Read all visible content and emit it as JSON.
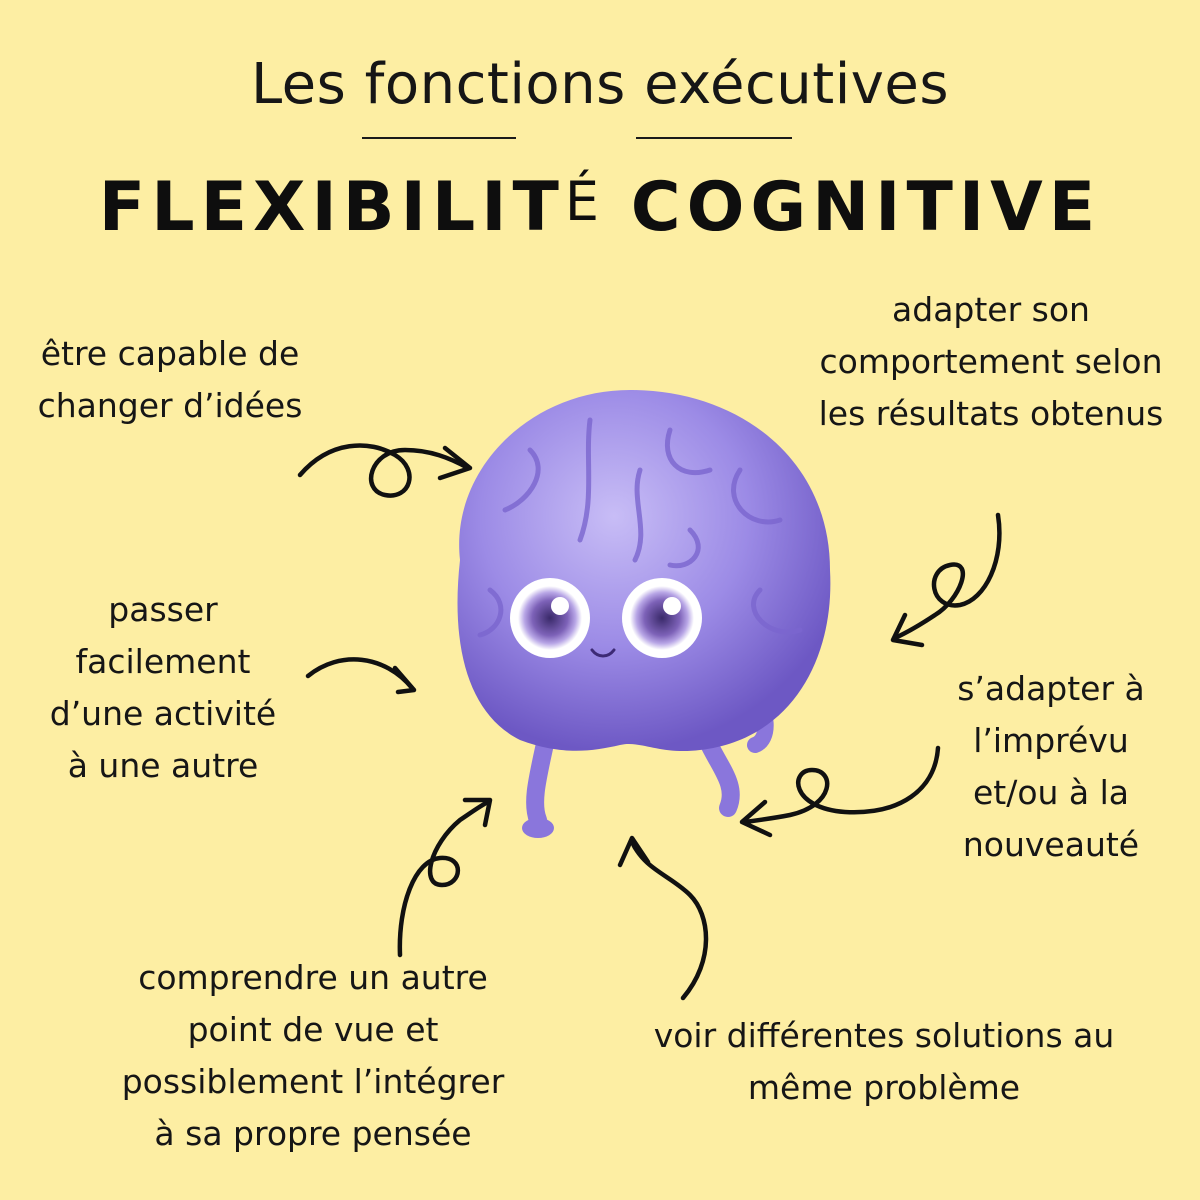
{
  "header": {
    "title_top": "Les fonctions exécutives",
    "title_main_part1": "FLEXIBILIT",
    "title_main_accent": "É",
    "title_main_part2": "COGNITIVE"
  },
  "labels": {
    "top_left": "être capable de\nchanger d’idées",
    "top_right": "adapter son\ncomportement selon\nles résultats obtenus",
    "mid_left": "passer\nfacilement\nd’une activité\nà une autre",
    "mid_right": "s’adapter à\nl’imprévu\net/ou à la\nnouveauté",
    "bottom_left": "comprendre un autre\npoint de vue et\npossiblement l’intégrer\nà sa propre pensée",
    "bottom_right": "voir différentes solutions au\nmême problème"
  },
  "illustration": {
    "icon": "cartoon-brain-character",
    "main_color": "#9c8be6",
    "background_color": "#fdeea3"
  }
}
